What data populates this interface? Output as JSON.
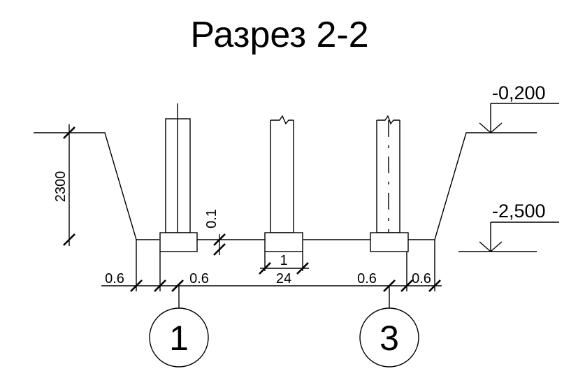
{
  "title": "Разрез 2-2",
  "levels": {
    "top": "-0,200",
    "bottom": "-2,500"
  },
  "dimensions": {
    "depth": "2300",
    "footing_height": "0.1",
    "footing_width": "1",
    "overhang_left_outer": "0.6",
    "overhang_left_inner": "0.6",
    "span": "24",
    "overhang_right_inner": "0.6",
    "overhang_right_outer": "0.6"
  },
  "axes": {
    "left": "1",
    "right": "3"
  },
  "colors": {
    "line": "#000000",
    "background": "#ffffff"
  }
}
